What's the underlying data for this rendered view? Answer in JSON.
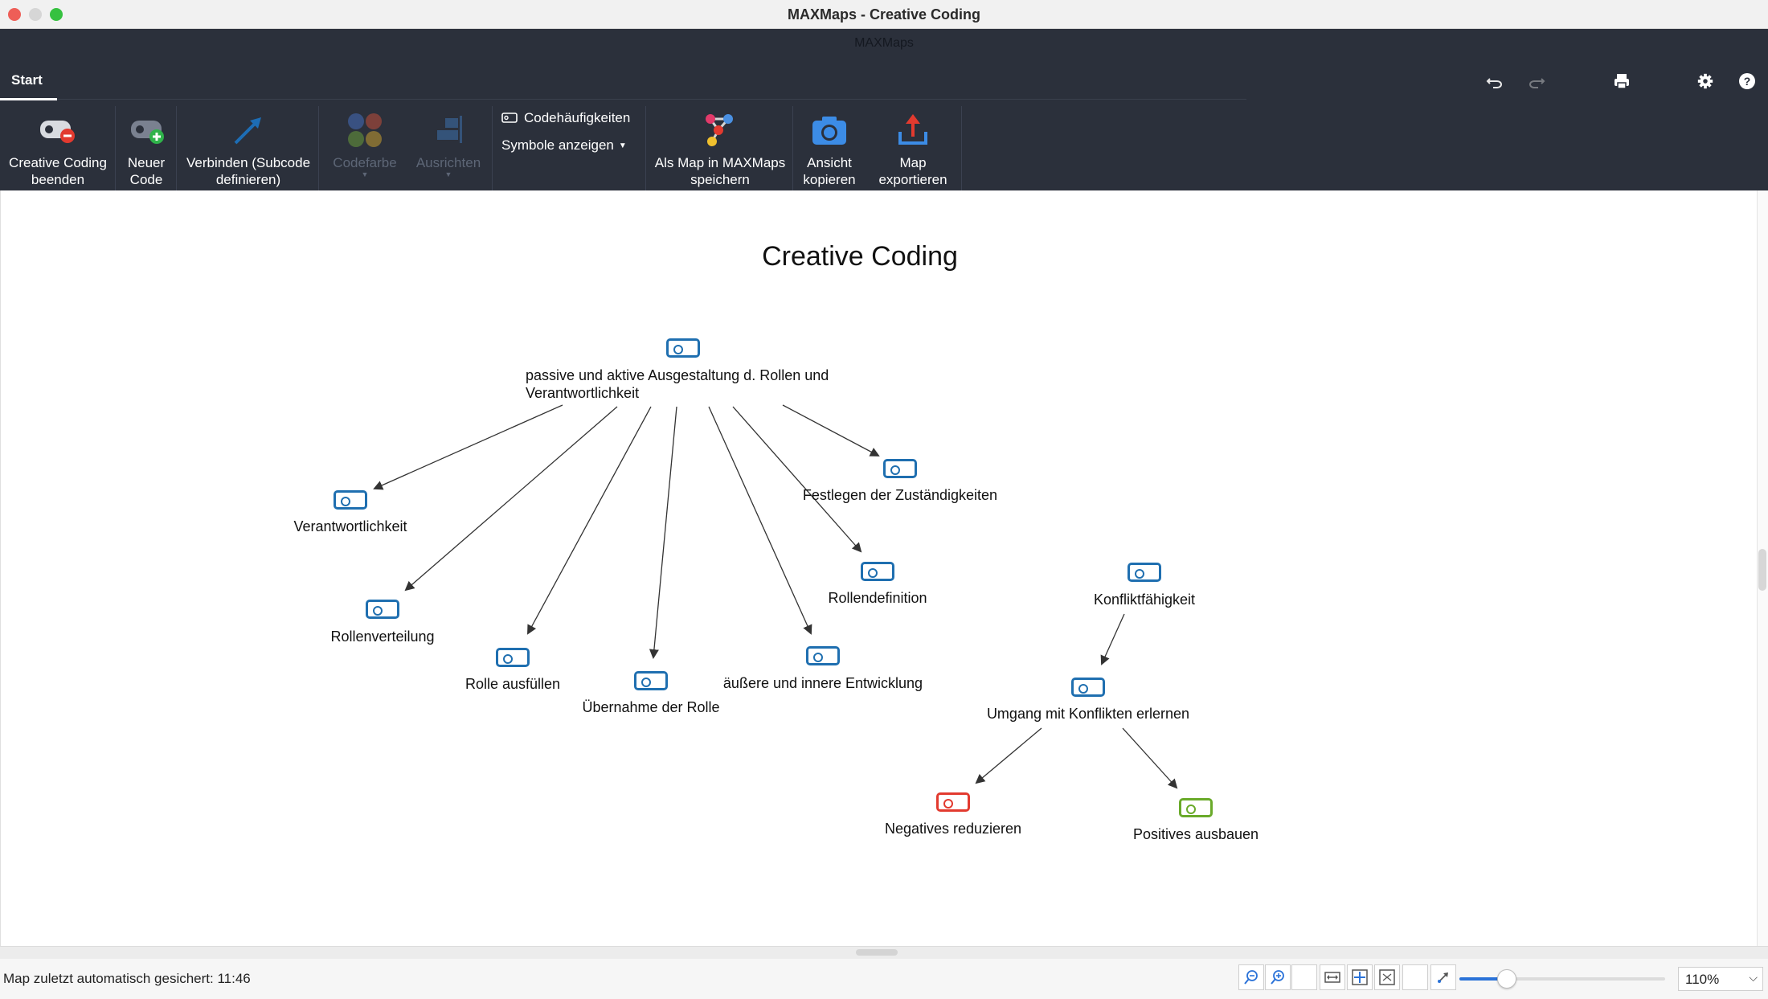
{
  "window": {
    "title": "MAXMaps - Creative Coding",
    "app_name": "MAXMaps"
  },
  "ribbon": {
    "tab": "Start",
    "buttons": [
      {
        "id": "end",
        "label1": "Creative Coding",
        "label2": "beenden"
      },
      {
        "id": "new",
        "label1": "Neuer",
        "label2": "Code"
      },
      {
        "id": "connect",
        "label1": "Verbinden (Subcode",
        "label2": "definieren)"
      },
      {
        "id": "color",
        "label1": "Codefarbe",
        "label2": ""
      },
      {
        "id": "align",
        "label1": "Ausrichten",
        "label2": ""
      },
      {
        "id": "save",
        "label1": "Als Map in MAXMaps",
        "label2": "speichern"
      },
      {
        "id": "copy",
        "label1": "Ansicht",
        "label2": "kopieren"
      },
      {
        "id": "export",
        "label1": "Map",
        "label2": "exportieren"
      }
    ],
    "code_freq_label": "Codehäufigkeiten",
    "symbols_label": "Symbole anzeigen"
  },
  "map": {
    "title": "Creative Coding",
    "nodes": [
      {
        "id": "root",
        "label": "passive und aktive Ausgestaltung d. Rollen und Verantwortlichkeit",
        "color": "blue"
      },
      {
        "id": "verantwortlichkeit",
        "label": "Verantwortlichkeit",
        "color": "blue"
      },
      {
        "id": "rollenverteilung",
        "label": "Rollenverteilung",
        "color": "blue"
      },
      {
        "id": "rolle_ausfuellen",
        "label": "Rolle ausfüllen",
        "color": "blue"
      },
      {
        "id": "uebernahme",
        "label": "Übernahme der Rolle",
        "color": "blue"
      },
      {
        "id": "entwicklung",
        "label": "äußere und innere Entwicklung",
        "color": "blue"
      },
      {
        "id": "rollendefinition",
        "label": "Rollendefinition",
        "color": "blue"
      },
      {
        "id": "zustaendigkeiten",
        "label": "Festlegen der Zuständigkeiten",
        "color": "blue"
      },
      {
        "id": "konfliktfaehigkeit",
        "label": "Konfliktfähigkeit",
        "color": "blue"
      },
      {
        "id": "umgang",
        "label": "Umgang mit Konflikten erlernen",
        "color": "blue"
      },
      {
        "id": "negatives",
        "label": "Negatives reduzieren",
        "color": "red"
      },
      {
        "id": "positives",
        "label": "Positives ausbauen",
        "color": "green"
      }
    ],
    "edges": [
      {
        "from": "root",
        "to": "verantwortlichkeit"
      },
      {
        "from": "root",
        "to": "rollenverteilung"
      },
      {
        "from": "root",
        "to": "rolle_ausfuellen"
      },
      {
        "from": "root",
        "to": "uebernahme"
      },
      {
        "from": "root",
        "to": "entwicklung"
      },
      {
        "from": "root",
        "to": "rollendefinition"
      },
      {
        "from": "root",
        "to": "zustaendigkeiten"
      },
      {
        "from": "konfliktfaehigkeit",
        "to": "umgang"
      },
      {
        "from": "umgang",
        "to": "negatives"
      },
      {
        "from": "umgang",
        "to": "positives"
      }
    ]
  },
  "status": {
    "text": "Map zuletzt automatisch gesichert: 11:46",
    "zoom": "110%",
    "zoom_fraction": 0.23
  },
  "colors": {
    "accent": "#2a72d8",
    "code_blue": "#1f6fb0",
    "code_red": "#e23a2f",
    "code_green": "#6aaa2a",
    "ribbon_bg": "#2b303b"
  }
}
